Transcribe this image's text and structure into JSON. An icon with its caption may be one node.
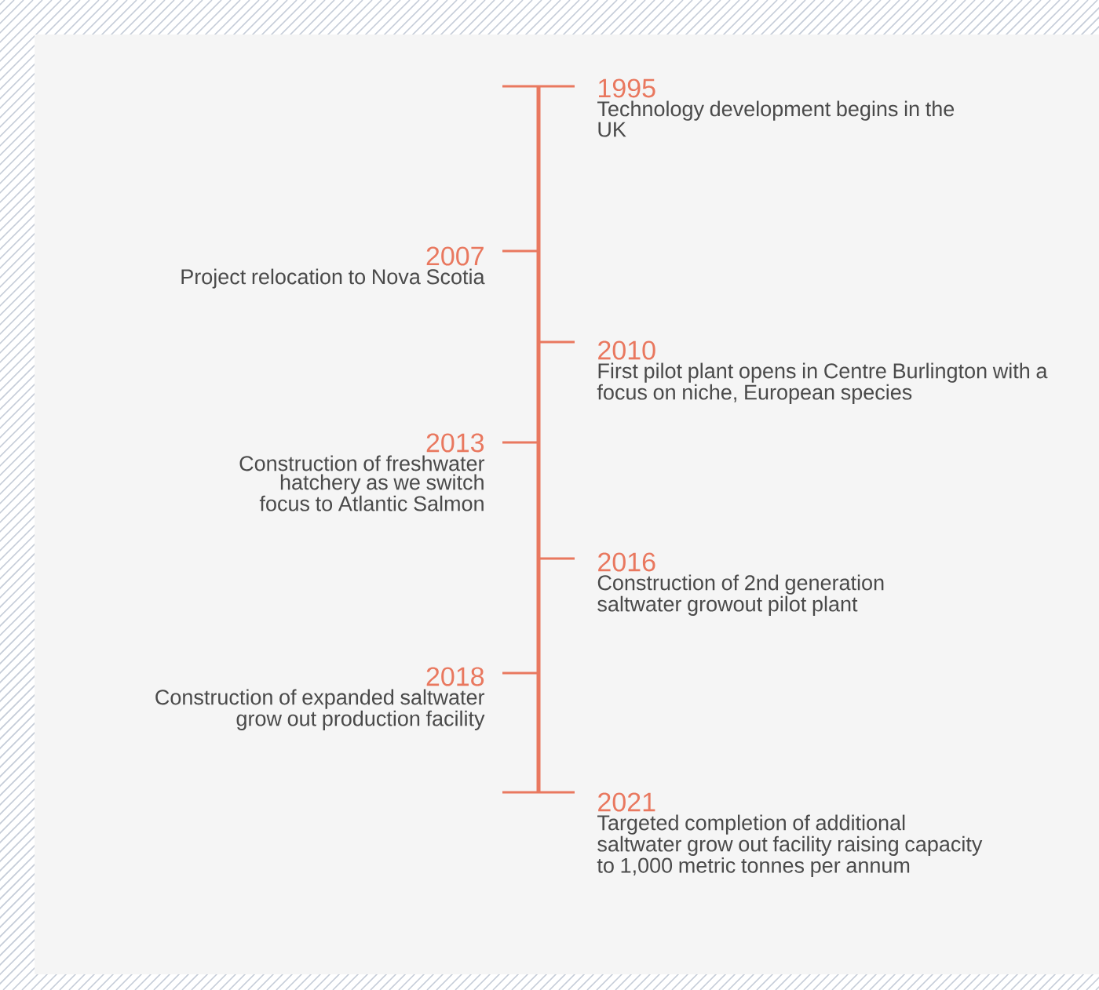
{
  "diagram": {
    "nodes": [
      {
        "text": [
          "1995",
          "Technology development begins in the UK"
        ]
      },
      {
        "text": [
          "2007",
          "Project relocation to Nova Scotia"
        ]
      },
      {
        "text": [
          "2010",
          "First pilot plant opens in Centre Burlington with a focus on niche, European species"
        ]
      },
      {
        "text": [
          "2013",
          "Construction of freshwater hatchery as we switch focus to Atlantic Salmon"
        ]
      },
      {
        "text": [
          "2016",
          "Construction of 2nd generation saltwater growout pilot plant"
        ]
      },
      {
        "text": [
          "2018",
          "Construction of expanded saltwater grow out production facility"
        ]
      },
      {
        "text": [
          "2021",
          "Targeted completion of additional saltwater grow out facility raising capacity to 1,000 metric tonnes per annum"
        ]
      }
    ]
  }
}
